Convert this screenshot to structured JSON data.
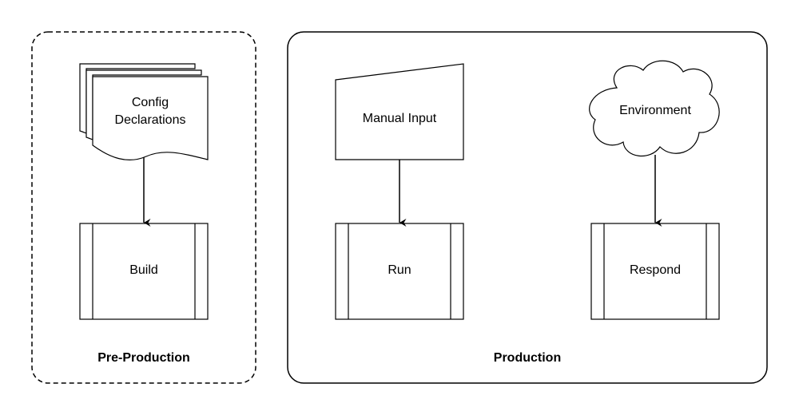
{
  "diagram": {
    "groups": {
      "pre_production": {
        "label": "Pre-Production"
      },
      "production": {
        "label": "Production"
      }
    },
    "nodes": {
      "config_declarations": {
        "line1": "Config",
        "line2": "Declarations"
      },
      "build": {
        "label": "Build"
      },
      "manual_input": {
        "label": "Manual Input"
      },
      "run": {
        "label": "Run"
      },
      "environment": {
        "label": "Environment"
      },
      "respond": {
        "label": "Respond"
      }
    },
    "edges": [
      {
        "from": "Config Declarations",
        "to": "Build"
      },
      {
        "from": "Manual Input",
        "to": "Run"
      },
      {
        "from": "Environment",
        "to": "Respond"
      }
    ]
  }
}
